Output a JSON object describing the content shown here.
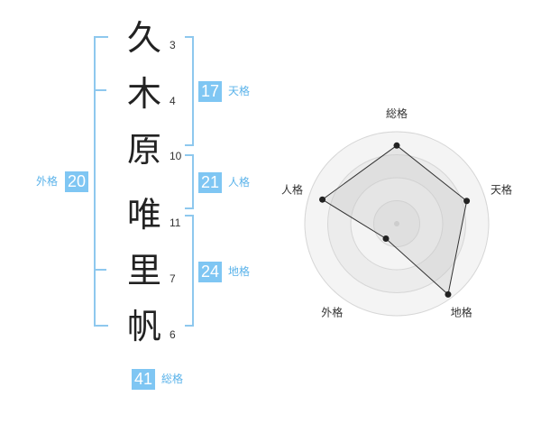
{
  "surname": [
    {
      "char": "久",
      "strokes": "3"
    },
    {
      "char": "木",
      "strokes": "4"
    },
    {
      "char": "原",
      "strokes": "10"
    }
  ],
  "given": [
    {
      "char": "唯",
      "strokes": "11"
    },
    {
      "char": "里",
      "strokes": "7"
    },
    {
      "char": "帆",
      "strokes": "6"
    }
  ],
  "fortunes": {
    "tenkaku": {
      "label": "天格",
      "value": "17"
    },
    "jinkaku": {
      "label": "人格",
      "value": "21"
    },
    "chikaku": {
      "label": "地格",
      "value": "24"
    },
    "gaikaku": {
      "label": "外格",
      "value": "20"
    },
    "soukaku": {
      "label": "総格",
      "value": "41"
    }
  },
  "colors": {
    "accent": "#7fc6f3",
    "bracket": "#8ec8ee"
  },
  "chart_data": {
    "type": "radar",
    "axes": [
      "総格",
      "天格",
      "地格",
      "外格",
      "人格"
    ],
    "values": [
      0.85,
      0.8,
      0.95,
      0.2,
      0.85
    ],
    "rmax": 1,
    "rings": 4
  }
}
